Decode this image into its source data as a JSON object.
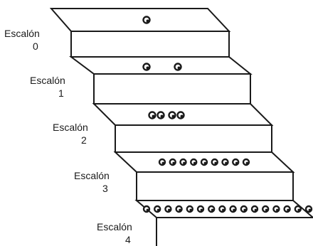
{
  "steps": [
    {
      "label": "Escalón",
      "number": "0",
      "electrons": 1
    },
    {
      "label": "Escalón",
      "number": "1",
      "electrons": 2
    },
    {
      "label": "Escalón",
      "number": "2",
      "electrons": 4
    },
    {
      "label": "Escalón",
      "number": "3",
      "electrons": 9
    },
    {
      "label": "Escalón",
      "number": "4",
      "electrons": 16
    }
  ],
  "colors": {
    "line": "#1a1a1a",
    "fill": "#ffffff",
    "electron": "#1a1a1a"
  },
  "icons": {
    "electron": "electron-icon"
  }
}
